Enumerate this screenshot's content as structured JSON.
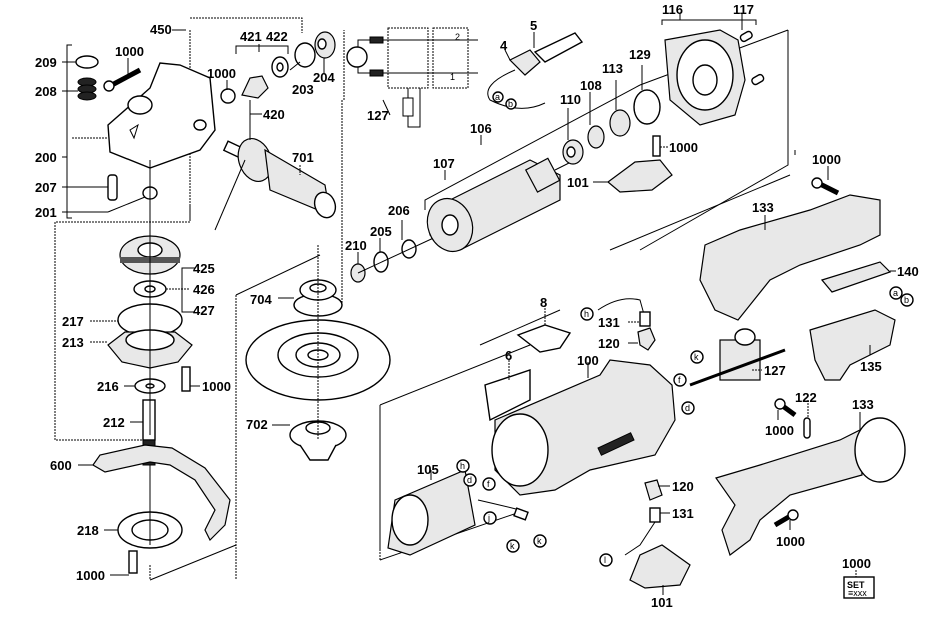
{
  "diagram": {
    "title": "Angle grinder exploded parts diagram",
    "labels": {
      "p450": "450",
      "p421": "421",
      "p422": "422",
      "p209": "209",
      "p1000_a": "1000",
      "p208": "208",
      "p1000_b": "1000",
      "p420": "420",
      "p203": "203",
      "p204": "204",
      "p200": "200",
      "p701": "701",
      "p207": "207",
      "p201": "201",
      "p425": "425",
      "p426": "426",
      "p427": "427",
      "p217": "217",
      "p213": "213",
      "p216": "216",
      "p1000_c": "1000",
      "p212": "212",
      "p600": "600",
      "p218": "218",
      "p1000_d": "1000",
      "p704": "704",
      "p702": "702",
      "p210": "210",
      "p205": "205",
      "p206": "206",
      "p127_a": "127",
      "p4": "4",
      "p5": "5",
      "p106": "106",
      "p107": "107",
      "p110": "110",
      "p108": "108",
      "p113": "113",
      "p129": "129",
      "p116": "116",
      "p117": "117",
      "p1000_e": "1000",
      "p101_a": "101",
      "p1000_f": "1000",
      "p133_a": "133",
      "p140": "140",
      "p135": "135",
      "p8": "8",
      "p131_a": "131",
      "p120_a": "120",
      "p6": "6",
      "p100": "100",
      "p127_b": "127",
      "p122": "122",
      "p133_b": "133",
      "p1000_g": "1000",
      "p105": "105",
      "p120_b": "120",
      "p131_b": "131",
      "p1000_h": "1000",
      "p1000_set": "1000",
      "p101_b": "101"
    },
    "wire_markers": {
      "a1": "a",
      "b1": "b",
      "a2": "a",
      "b2": "b",
      "h1": "h",
      "k1": "k",
      "f1": "f",
      "d1": "d",
      "h2": "h",
      "d2": "d",
      "f2": "f",
      "j1": "j",
      "k2": "k",
      "k3": "k",
      "l1": "l"
    },
    "schematic": {
      "switch_pos_1": "1",
      "switch_pos_2": "2"
    },
    "set_box": {
      "line1": "SET",
      "line2": "≡xxx"
    }
  }
}
